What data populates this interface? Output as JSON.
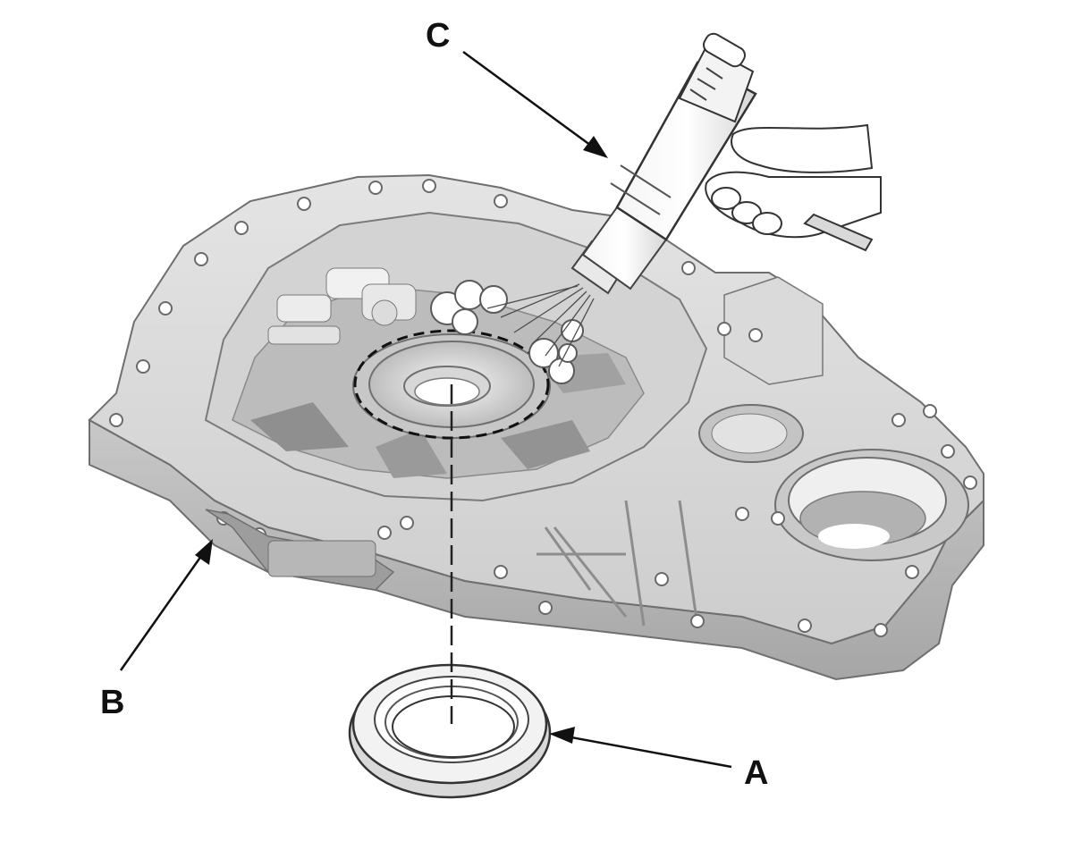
{
  "labels": {
    "a": "A",
    "b": "B",
    "c": "C"
  },
  "colors": {
    "ink": "#111111",
    "metal_light": "#e6e6e6",
    "metal_mid": "#cfcfcf",
    "metal_dark": "#a9a9a9",
    "metal_shadow": "#8c8c8c"
  }
}
